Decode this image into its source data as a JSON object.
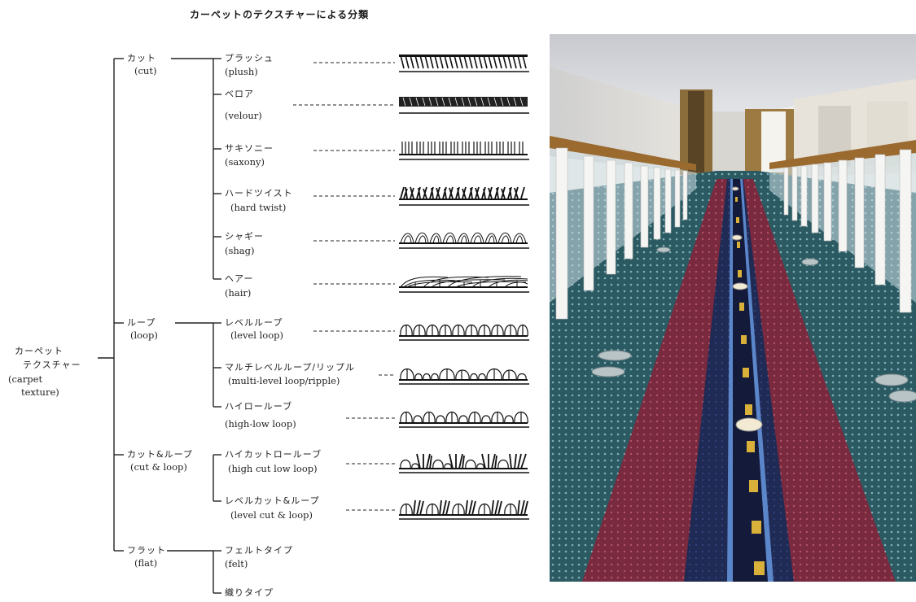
{
  "title": "カーペットのテクスチャーによる分類",
  "root": {
    "jp_line1": "カーペット",
    "jp_line2": "テクスチャー",
    "en_line1": "(carpet",
    "en_line2": "texture)"
  },
  "groups": [
    {
      "jp": "カット",
      "en": "(cut)",
      "items": [
        {
          "jp": "プラッシュ",
          "en": "(plush)",
          "pattern": "plush"
        },
        {
          "jp": "ベロア",
          "en": "(velour)",
          "pattern": "velour"
        },
        {
          "jp": "サキソニー",
          "en": "(saxony)",
          "pattern": "saxony"
        },
        {
          "jp": "ハードツイスト",
          "en": "(hard twist)",
          "pattern": "hard-twist"
        },
        {
          "jp": "シャギー",
          "en": "(shag)",
          "pattern": "shag"
        },
        {
          "jp": "ヘアー",
          "en": "(hair)",
          "pattern": "hair"
        }
      ]
    },
    {
      "jp": "ループ",
      "en": "(loop)",
      "items": [
        {
          "jp": "レベルループ",
          "en": "(level loop)",
          "pattern": "level-loop"
        },
        {
          "jp": "マルチレベルループ/リップル",
          "en": "(multi-level loop/ripple)",
          "pattern": "multi-level-loop"
        },
        {
          "jp": "ハイロールーブ",
          "en": "(high-low loop)",
          "pattern": "high-low-loop"
        }
      ]
    },
    {
      "jp": "カット&ループ",
      "en": "(cut & loop)",
      "items": [
        {
          "jp": "ハイカットロールーブ",
          "en": "(high cut low loop)",
          "pattern": "high-cut-low-loop"
        },
        {
          "jp": "レベルカット&ループ",
          "en": "(level cut & loop)",
          "pattern": "level-cut-loop"
        }
      ]
    },
    {
      "jp": "フラット",
      "en": "(flat)",
      "items": [
        {
          "jp": "フェルトタイプ",
          "en": "(felt)"
        },
        {
          "jp": "織りタイプ",
          "en": ""
        }
      ]
    }
  ],
  "photo": {
    "subject": "carpeted-corridor-photo"
  },
  "colors": {
    "ink": "#1a1a1a",
    "carpet_red": "#7a2a3e",
    "carpet_teal": "#2c5a62",
    "carpet_navy": "#1f2a55",
    "stripe_gold": "#d9b13a"
  }
}
